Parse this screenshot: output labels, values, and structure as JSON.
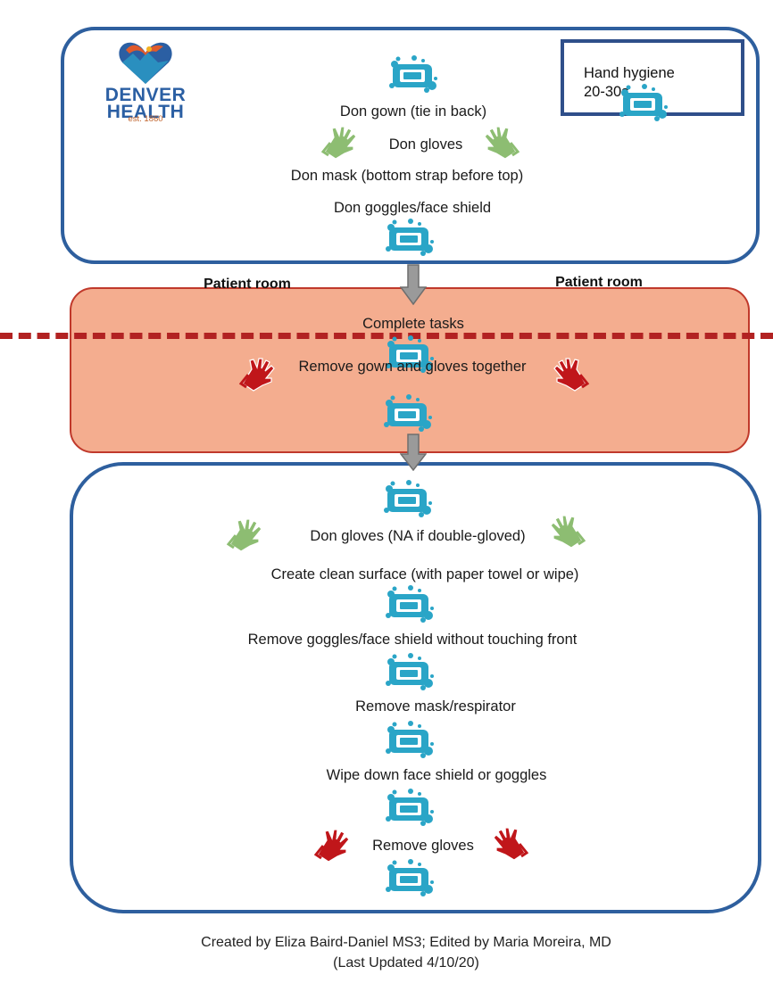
{
  "logo": {
    "line1": "DENVER",
    "line2": "HEALTH",
    "est": "est. 1860",
    "icon": "heart-mountain-logo-icon"
  },
  "legend": {
    "text": "Hand hygiene 20-30s",
    "icon": "hand-hygiene-icon"
  },
  "section_labels": {
    "left": "Patient room",
    "right": "Patient room"
  },
  "donning_steps": [
    "Don gown (tie in back)",
    "Don gloves",
    "Don mask (bottom strap before top)",
    "Don goggles/face shield"
  ],
  "room_steps": [
    "Complete tasks",
    "Remove gown and gloves together"
  ],
  "doffing_steps": [
    "Don gloves (NA if double-gloved)",
    "Create clean surface (with paper towel or wipe)",
    "Remove goggles/face shield without touching front",
    "Remove mask/respirator",
    "Wipe down face shield or goggles",
    "Remove gloves"
  ],
  "footer": {
    "line1": "Created by Eliza Baird-Daniel  MS3; Edited by Maria Moreira, MD",
    "line2": "(Last Updated 4/10/20)"
  },
  "colors": {
    "primary_border": "#2e5f9e",
    "room_fill": "#f4ad8f",
    "room_border": "#c0392b",
    "dashed_line": "#b22222",
    "hygiene_icon": "#2aa5c7",
    "clean_glove": "#8dbd72",
    "dirty_glove": "#c0161a"
  },
  "icons": {
    "hygiene": "hand-hygiene-icon",
    "clean_glove": "clean-glove-icon",
    "dirty_glove": "contaminated-glove-icon",
    "arrow": "down-arrow-icon"
  }
}
